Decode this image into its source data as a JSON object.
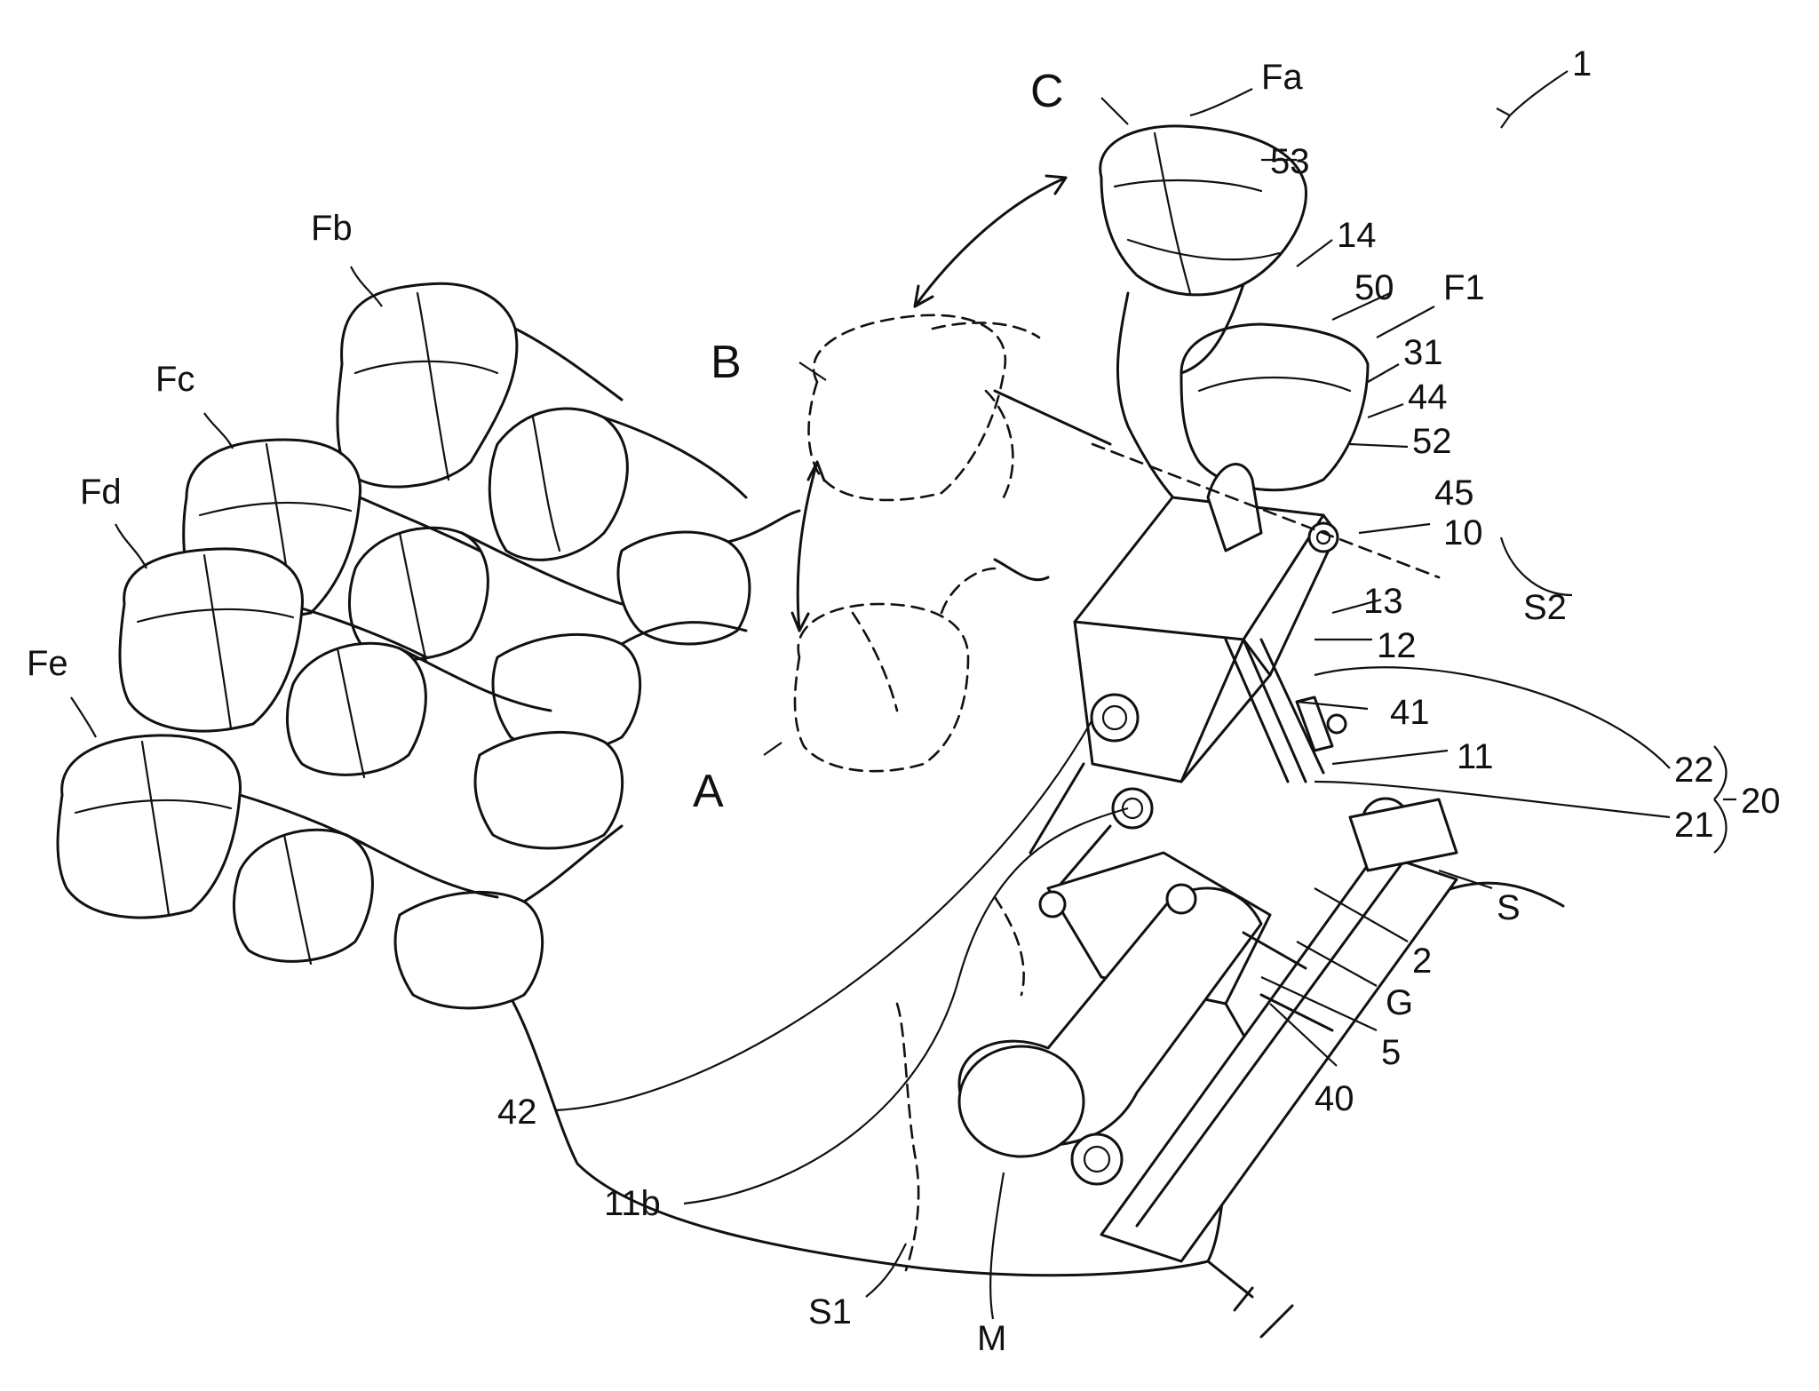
{
  "labels": {
    "fig_number": "1",
    "C": "C",
    "Fa": "Fa",
    "Fb": "Fb",
    "Fc": "Fc",
    "Fd": "Fd",
    "Fe": "Fe",
    "B": "B",
    "A": "A",
    "l53": "53",
    "l14": "14",
    "l50": "50",
    "F1": "F1",
    "l31": "31",
    "l44": "44",
    "l52": "52",
    "l45": "45",
    "l10": "10",
    "S2": "S2",
    "l13": "13",
    "l12": "12",
    "l41": "41",
    "l11": "11",
    "l22": "22",
    "l21": "21",
    "l20": "20",
    "S": "S",
    "l2": "2",
    "G": "G",
    "l5": "5",
    "l40": "40",
    "l42": "42",
    "l11b": "11b",
    "S1": "S1",
    "M": "M"
  }
}
